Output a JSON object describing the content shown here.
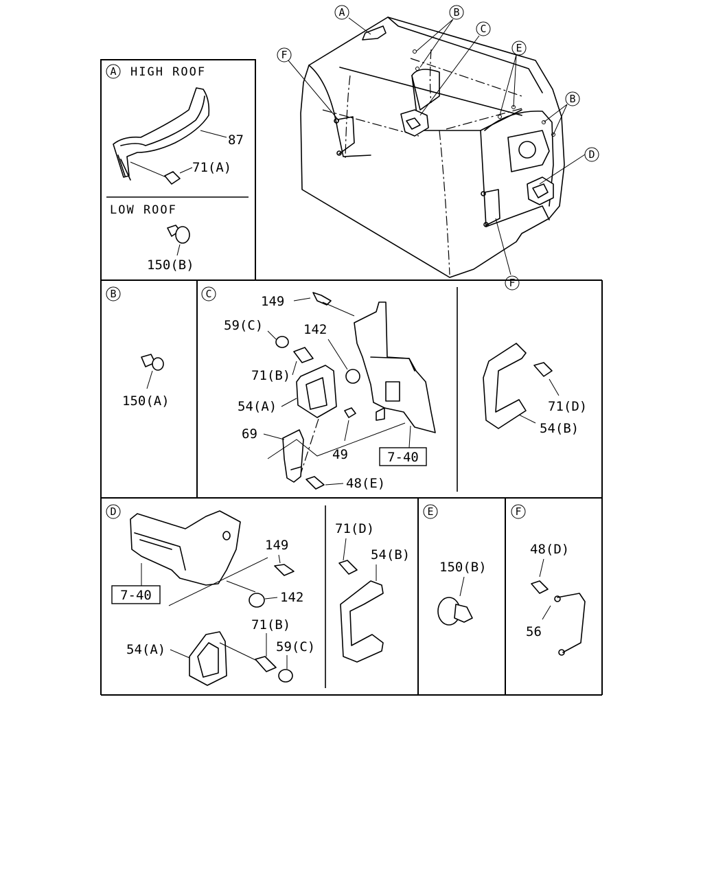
{
  "overview": {
    "callouts": [
      "A",
      "B",
      "C",
      "E",
      "B",
      "D",
      "F",
      "F"
    ]
  },
  "panel_a": {
    "circle": "A",
    "title": "HIGH ROOF",
    "label_87": "87",
    "label_71a": "71(A)",
    "low_title": "LOW ROOF",
    "label_150b": "150(B)"
  },
  "panel_b": {
    "circle": "B",
    "label_150a": "150(A)"
  },
  "panel_c": {
    "circle": "C",
    "label_149": "149",
    "label_59c": "59(C)",
    "label_142": "142",
    "label_71b": "71(B)",
    "label_54a": "54(A)",
    "label_69": "69",
    "label_49": "49",
    "label_ref": "7-40",
    "label_48e": "48(E)",
    "label_71d": "71(D)",
    "label_54b": "54(B)"
  },
  "panel_d": {
    "circle": "D",
    "label_ref": "7-40",
    "label_149": "149",
    "label_142": "142",
    "label_71b": "71(B)",
    "label_59c": "59(C)",
    "label_54a": "54(A)",
    "label_71d": "71(D)",
    "label_54b": "54(B)"
  },
  "panel_e": {
    "circle": "E",
    "label_150b": "150(B)"
  },
  "panel_f": {
    "circle": "F",
    "label_48d": "48(D)",
    "label_56": "56"
  }
}
